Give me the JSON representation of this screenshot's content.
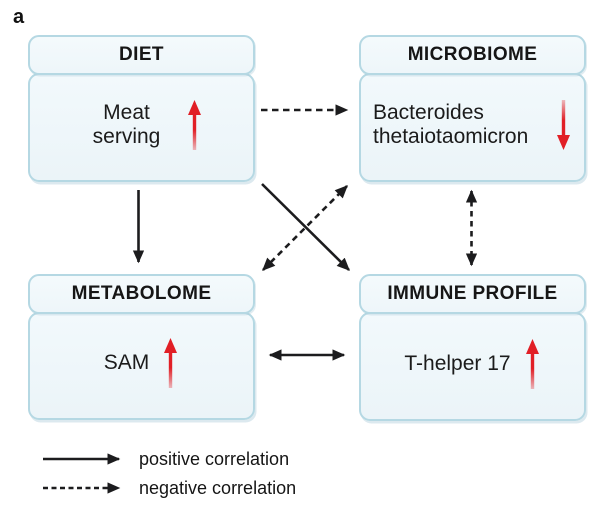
{
  "panel_label": "a",
  "boxes": {
    "diet": {
      "title": "DIET",
      "item": "Meat serving",
      "trend": "increase"
    },
    "microbiome": {
      "title": "MICROBIOME",
      "item": "Bacteroides thetaiotaomicron",
      "trend": "decrease"
    },
    "metabolome": {
      "title": "METABOLOME",
      "item": "SAM",
      "trend": "increase"
    },
    "immune_profile": {
      "title": "IMMUNE PROFILE",
      "item": "T-helper 17",
      "trend": "increase"
    }
  },
  "edges": [
    {
      "from": "diet",
      "to": "metabolome",
      "correlation": "positive",
      "direction": "one-way"
    },
    {
      "from": "diet",
      "to": "microbiome",
      "correlation": "negative",
      "direction": "one-way"
    },
    {
      "from": "diet",
      "to": "immune_profile",
      "correlation": "positive",
      "direction": "one-way"
    },
    {
      "from": "metabolome",
      "to": "microbiome",
      "correlation": "negative",
      "direction": "two-way"
    },
    {
      "from": "microbiome",
      "to": "immune_profile",
      "correlation": "negative",
      "direction": "two-way"
    },
    {
      "from": "metabolome",
      "to": "immune_profile",
      "correlation": "positive",
      "direction": "two-way"
    }
  ],
  "legend": {
    "positive_label": "positive correlation",
    "negative_label": "negative correlation"
  },
  "colors": {
    "background": "#ffffff",
    "box_fill": "#f0f7fa",
    "box_border": "#b5d8e3",
    "arrow_black": "#1c1c1e",
    "trend_red": "#e11f26"
  }
}
